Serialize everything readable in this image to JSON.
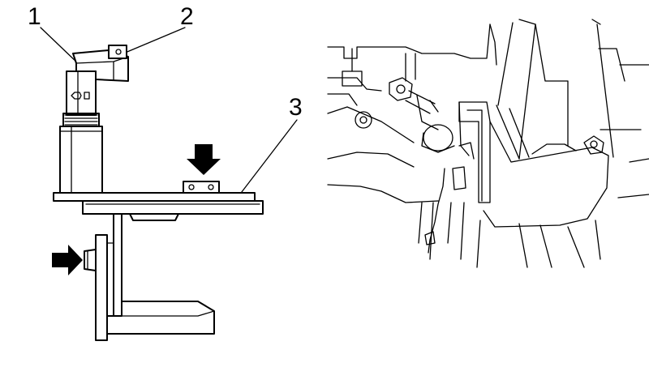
{
  "callouts": [
    {
      "id": "c1",
      "label": "1"
    },
    {
      "id": "c2",
      "label": "2"
    },
    {
      "id": "c3",
      "label": "3"
    }
  ],
  "colors": {
    "line": "#000000",
    "background": "#ffffff"
  },
  "icons": [
    "arrow-down-icon",
    "arrow-right-icon"
  ]
}
